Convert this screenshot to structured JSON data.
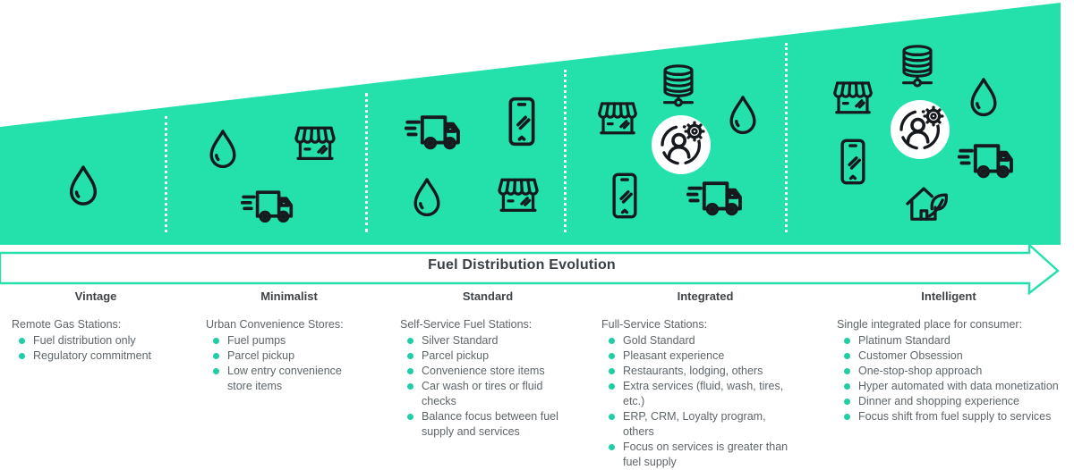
{
  "arrow": {
    "label": "Fuel Distribution Evolution"
  },
  "colors": {
    "banner_green": "#24E1AC",
    "bullet_dot_teal": "#1FCEA5",
    "icon_line": "#16191D",
    "heading_text": "#3F4447",
    "body_text": "#5E6569",
    "arrow_fill": "#FFFFFF",
    "arrow_label_text": "#3A4045"
  },
  "stages": [
    {
      "name": "Vintage",
      "lead": "Remote Gas Stations:",
      "bullets": [
        "Fuel distribution only",
        "Regulatory commitment"
      ],
      "icons": [
        "water-drop"
      ]
    },
    {
      "name": "Minimalist",
      "lead": "Urban Convenience Stores:",
      "bullets": [
        "Fuel pumps",
        "Parcel pickup",
        "Low entry convenience store items"
      ],
      "icons": [
        "water-drop",
        "storefront",
        "delivery-truck"
      ]
    },
    {
      "name": "Standard",
      "lead": "Self-Service Fuel Stations:",
      "bullets": [
        "Silver Standard",
        "Parcel pickup",
        "Convenience store items",
        "Car wash or tires or fluid checks",
        "Balance focus between fuel supply and services"
      ],
      "icons": [
        "delivery-truck",
        "smartphone",
        "water-drop",
        "storefront"
      ]
    },
    {
      "name": "Integrated",
      "lead": "Full-Service Stations:",
      "bullets": [
        "Gold Standard",
        "Pleasant experience",
        "Restaurants, lodging, others",
        "Extra services (fluid, wash, tires, etc.)",
        "ERP, CRM, Loyalty program, others",
        "Focus on services is greater than fuel supply"
      ],
      "icons": [
        "storefront",
        "database-server",
        "water-drop",
        "customer-gear-badge",
        "smartphone",
        "delivery-truck"
      ]
    },
    {
      "name": "Intelligent",
      "lead": "Single integrated place for consumer:",
      "bullets": [
        "Platinum Standard",
        "Customer Obsession",
        "One-stop-shop approach",
        "Hyper automated with data monetization",
        "Dinner and shopping experience",
        "Focus shift from fuel supply to services"
      ],
      "icons": [
        "storefront",
        "database-server",
        "water-drop",
        "customer-gear-badge",
        "smartphone",
        "delivery-truck",
        "eco-house"
      ]
    }
  ]
}
